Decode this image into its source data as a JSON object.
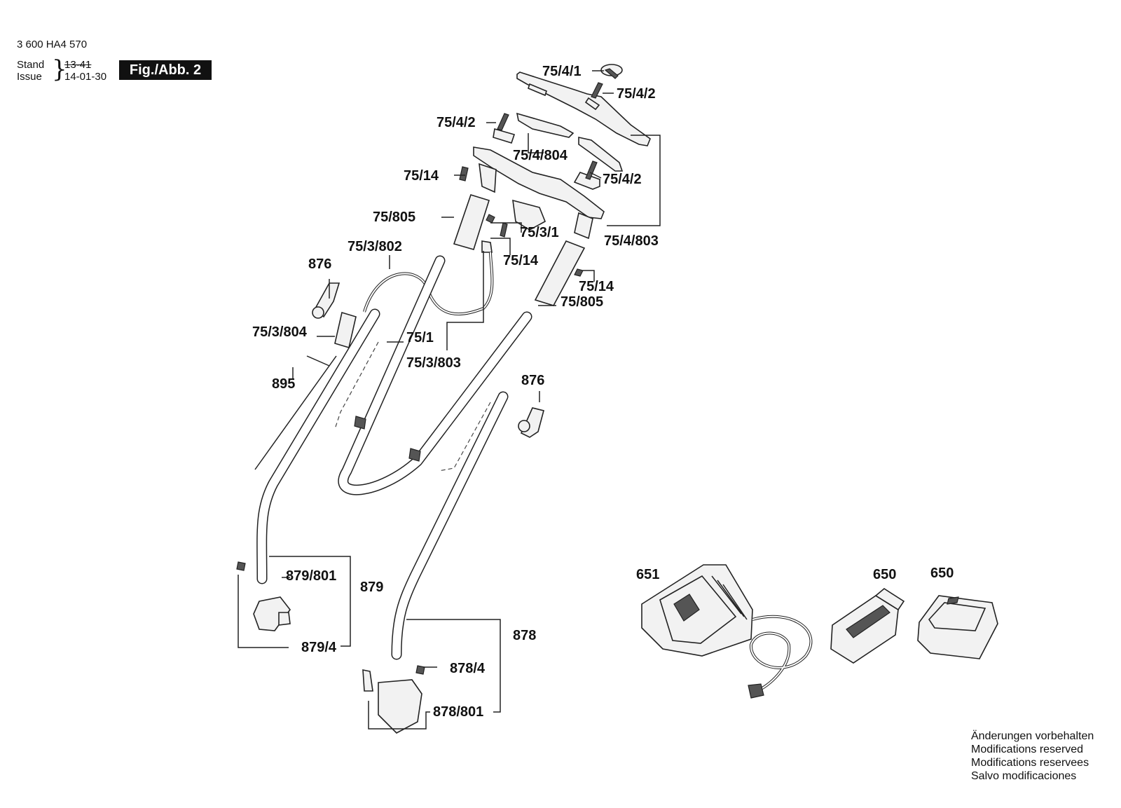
{
  "header": {
    "part_number": "3 600 HA4 570",
    "stand_label": "Stand",
    "issue_label": "Issue",
    "stand_value": "13-41",
    "issue_value": "14-01-30",
    "figure_label": "Fig./Abb. 2"
  },
  "callouts": [
    "75/4/1",
    "75/4/2",
    "75/4/2",
    "75/4/804",
    "75/4/2",
    "75/14",
    "75/805",
    "75/3/1",
    "75/4/803",
    "75/3/802",
    "75/14",
    "876",
    "75/14",
    "75/805",
    "75/3/804",
    "75/1",
    "895",
    "75/3/803",
    "876",
    "879/801",
    "879",
    "879/4",
    "878",
    "878/4",
    "878/801",
    "651",
    "650",
    "650"
  ],
  "notes": [
    "Änderungen vorbehalten",
    "Modifications reserved",
    "Modifications reservees",
    "Salvo modificaciones"
  ]
}
